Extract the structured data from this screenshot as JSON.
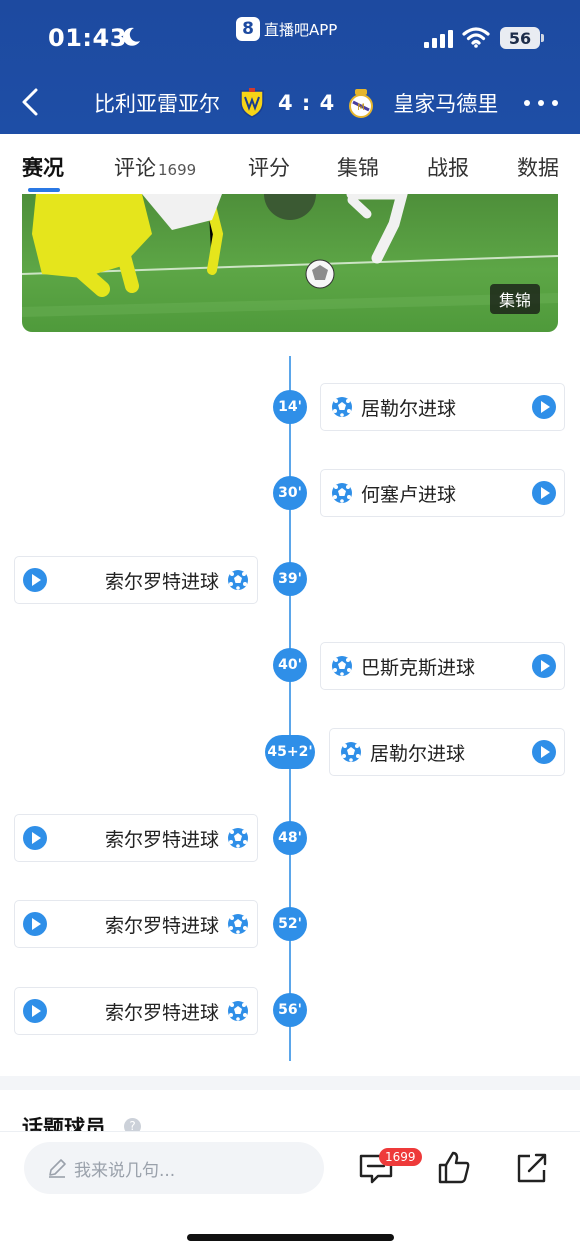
{
  "status_bar": {
    "time": "01:43",
    "app_name": "直播吧APP",
    "app_logo": "8",
    "battery": "56"
  },
  "header": {
    "home_team": "比利亚雷亚尔",
    "score": "4 : 4",
    "away_team": "皇家马德里"
  },
  "tabs": [
    {
      "label": "赛况"
    },
    {
      "label": "评论",
      "count": "1699"
    },
    {
      "label": "评分"
    },
    {
      "label": "集锦"
    },
    {
      "label": "战报"
    },
    {
      "label": "数据"
    }
  ],
  "video": {
    "tag": "集锦"
  },
  "events": [
    {
      "minute": "14'",
      "side": "right",
      "label": "居勒尔进球"
    },
    {
      "minute": "30'",
      "side": "right",
      "label": "何塞卢进球"
    },
    {
      "minute": "39'",
      "side": "left",
      "label": "索尔罗特进球"
    },
    {
      "minute": "40'",
      "side": "right",
      "label": "巴斯克斯进球"
    },
    {
      "minute": "45+2'",
      "side": "right",
      "label": "居勒尔进球"
    },
    {
      "minute": "48'",
      "side": "left",
      "label": "索尔罗特进球"
    },
    {
      "minute": "52'",
      "side": "left",
      "label": "索尔罗特进球"
    },
    {
      "minute": "56'",
      "side": "left",
      "label": "索尔罗特进球"
    }
  ],
  "section": {
    "title": "话题球员",
    "help": "?"
  },
  "bottom_bar": {
    "input_placeholder": "我来说几句...",
    "comment_count": "1699"
  },
  "colors": {
    "header_bg": "#1d4aa0",
    "accent": "#2f8fe8",
    "badge_red": "#ee3a3a"
  }
}
